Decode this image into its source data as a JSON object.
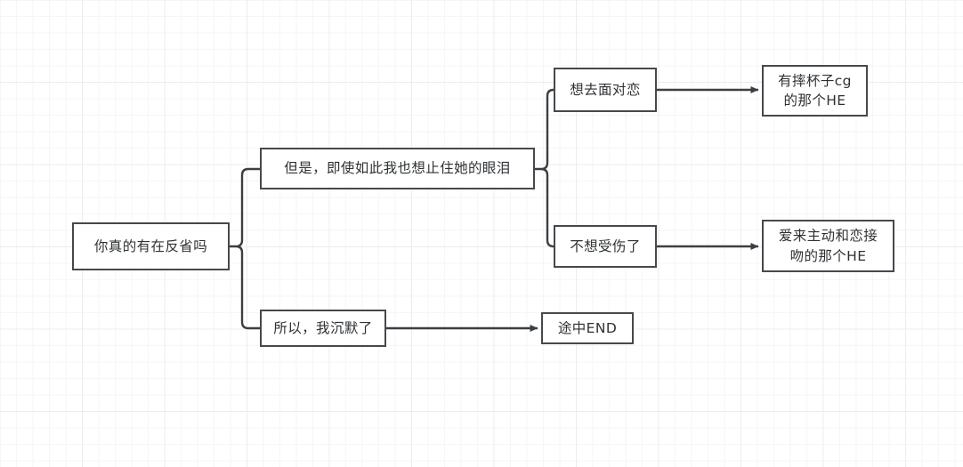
{
  "diagram": {
    "type": "flowchart",
    "title": "",
    "background": "#ffffff",
    "grid_color": "#ececec",
    "node_border_color": "#45494d",
    "node_fill_color": "#ffffff",
    "edge_color": "#3b3f42",
    "text_color": "#2e3134",
    "nodes": [
      {
        "id": "root",
        "label": "你真的有在反省吗"
      },
      {
        "id": "branch_cry",
        "label": "但是，即使如此我也想止住她的眼泪"
      },
      {
        "id": "branch_silent",
        "label": "所以，我沉默了"
      },
      {
        "id": "face",
        "label": "想去面对恋"
      },
      {
        "id": "no_hurt",
        "label": "不想受伤了"
      },
      {
        "id": "he_cup",
        "label": "有摔杯子cg\n的那个HE"
      },
      {
        "id": "he_kiss",
        "label": "爱来主动和恋接\n吻的那个HE"
      },
      {
        "id": "end_mid",
        "label": "途中END"
      }
    ],
    "edges": [
      {
        "from": "root",
        "to": "branch_cry",
        "style": "brace",
        "arrow": false
      },
      {
        "from": "root",
        "to": "branch_silent",
        "style": "brace",
        "arrow": false
      },
      {
        "from": "branch_cry",
        "to": "face",
        "style": "brace",
        "arrow": false
      },
      {
        "from": "branch_cry",
        "to": "no_hurt",
        "style": "brace",
        "arrow": false
      },
      {
        "from": "face",
        "to": "he_cup",
        "style": "straight",
        "arrow": true
      },
      {
        "from": "no_hurt",
        "to": "he_kiss",
        "style": "straight",
        "arrow": true
      },
      {
        "from": "branch_silent",
        "to": "end_mid",
        "style": "straight",
        "arrow": true
      }
    ]
  }
}
